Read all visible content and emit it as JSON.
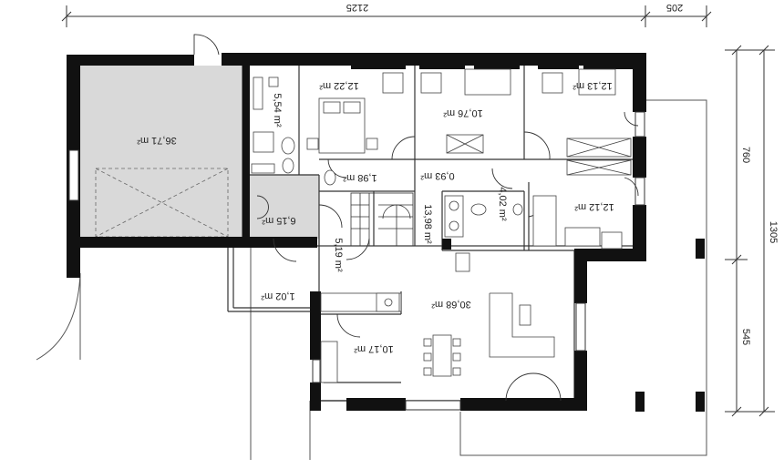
{
  "dimensions": {
    "top_total": "2125",
    "top_right": "205",
    "right_total": "1305",
    "right_upper": "760",
    "right_lower": "545"
  },
  "rooms": {
    "garage": "36,71 m²",
    "bedroom_1": "12,22 m²",
    "bedroom_2": "10,76 m²",
    "bedroom_3": "12,13 m²",
    "bathroom_main": "5,54 m²",
    "wc": "1,98 m²",
    "hall_small": "0,93 m²",
    "boiler_room": "6,15 m²",
    "stair_hall": "13,98 m²",
    "bathroom_2": "4,02 m²",
    "study": "12,12 m²",
    "entrance": "5,19 m²",
    "living_room": "30,68 m²",
    "kitchen": "10,17 m²",
    "porch": "1,02 m²"
  }
}
